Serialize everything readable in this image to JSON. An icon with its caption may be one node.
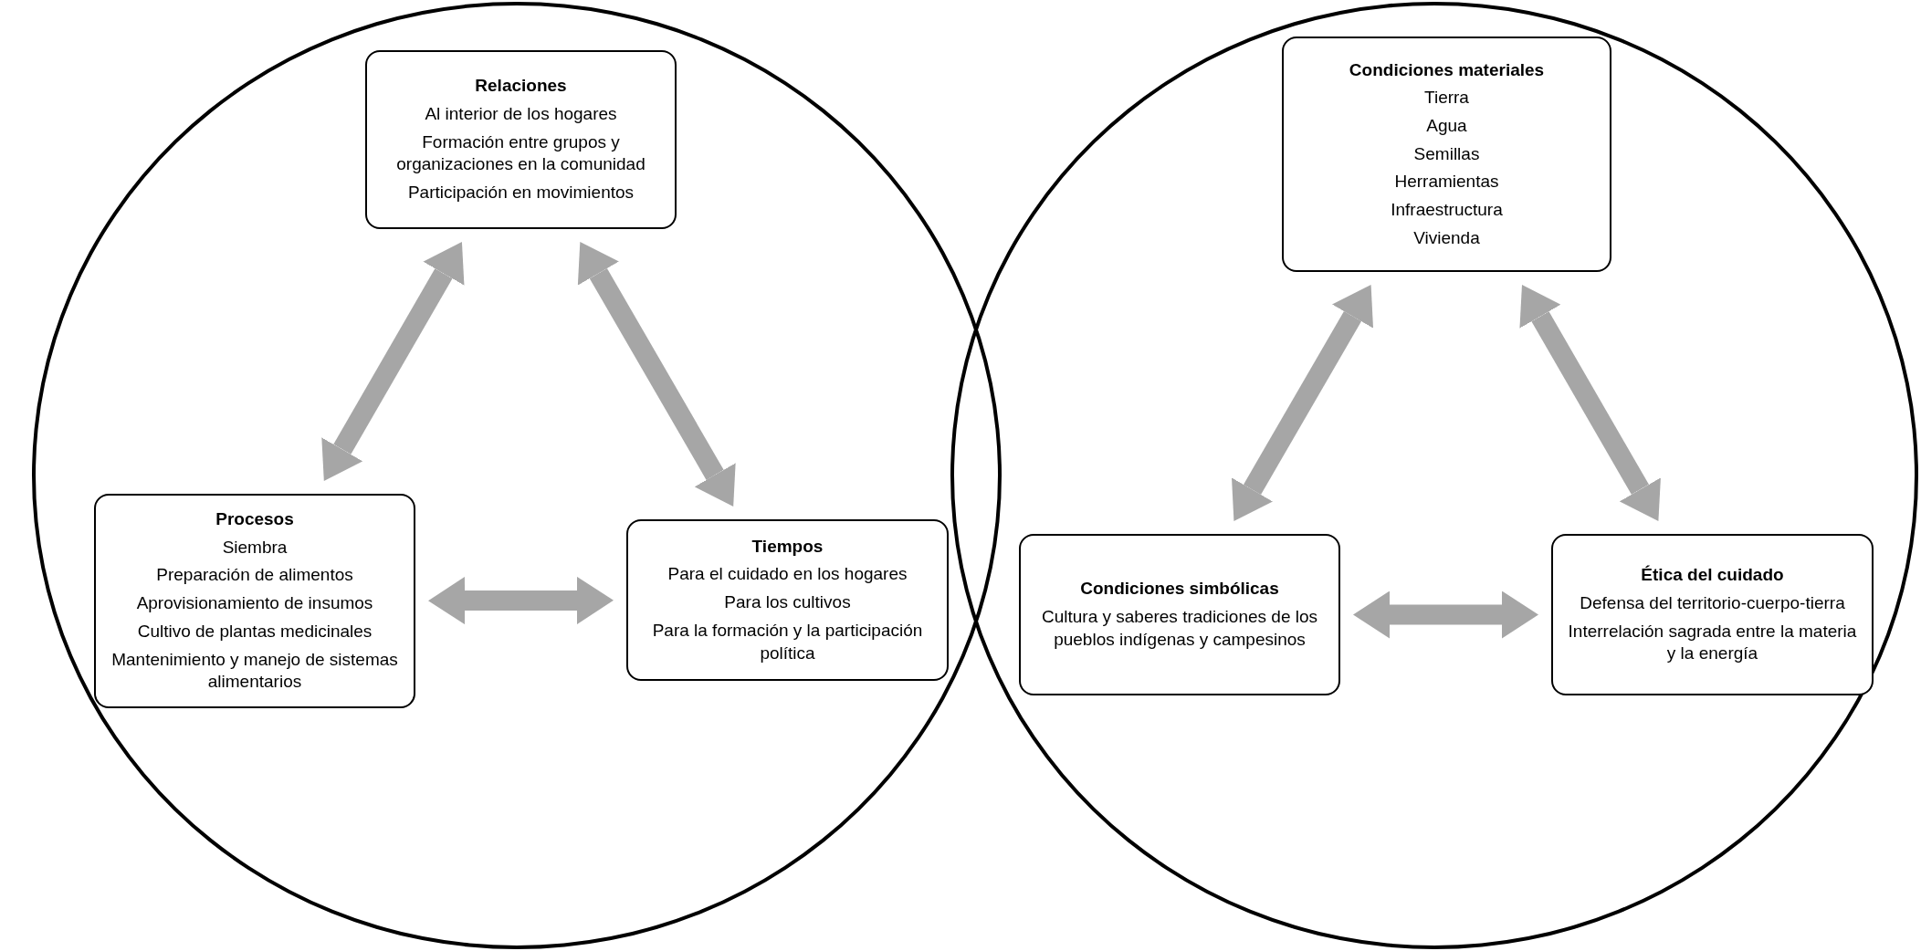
{
  "diagram": {
    "nodes": [
      {
        "text": [],
        "shape": "circle"
      },
      {
        "text": [
          "Relaciones",
          "Al interior de los hogares",
          "Formación entre grupos y organizaciones en la comunidad",
          "Participación en movimientos"
        ],
        "in": 0
      },
      {
        "text": [
          "Procesos",
          "Siembra",
          "Preparación de alimentos",
          "Aprovisionamiento de insumos",
          "Cultivo de plantas medicinales",
          "Mantenimiento y manejo de sistemas alimentarios"
        ],
        "in": 0
      },
      {
        "text": [
          "Tiempos",
          "Para el cuidado en los hogares",
          "Para los cultivos",
          "Para la formación y la participación política"
        ],
        "in": 0
      },
      {
        "text": [],
        "shape": "circle"
      },
      {
        "text": [
          "Condiciones materiales",
          "Tierra",
          "Agua",
          "Semillas",
          "Herramientas",
          "Infraestructura",
          "Vivienda"
        ],
        "in": 4
      },
      {
        "text": [
          "Condiciones simbólicas",
          "Cultura y saberes tradiciones de los pueblos indígenas y campesinos"
        ],
        "in": 4
      },
      {
        "text": [
          "Ética del cuidado",
          "Defensa del territorio-cuerpo-tierra",
          "Interrelación sagrada entre la materia y la energía"
        ],
        "in": 4
      }
    ],
    "edges": [
      {
        "from": 1,
        "to": 2,
        "arrow": "both"
      },
      {
        "from": 1,
        "to": 3,
        "arrow": "both"
      },
      {
        "from": 2,
        "to": 3,
        "arrow": "both"
      },
      {
        "from": 5,
        "to": 6,
        "arrow": "both"
      },
      {
        "from": 5,
        "to": 7,
        "arrow": "both"
      },
      {
        "from": 6,
        "to": 7,
        "arrow": "both"
      }
    ]
  }
}
